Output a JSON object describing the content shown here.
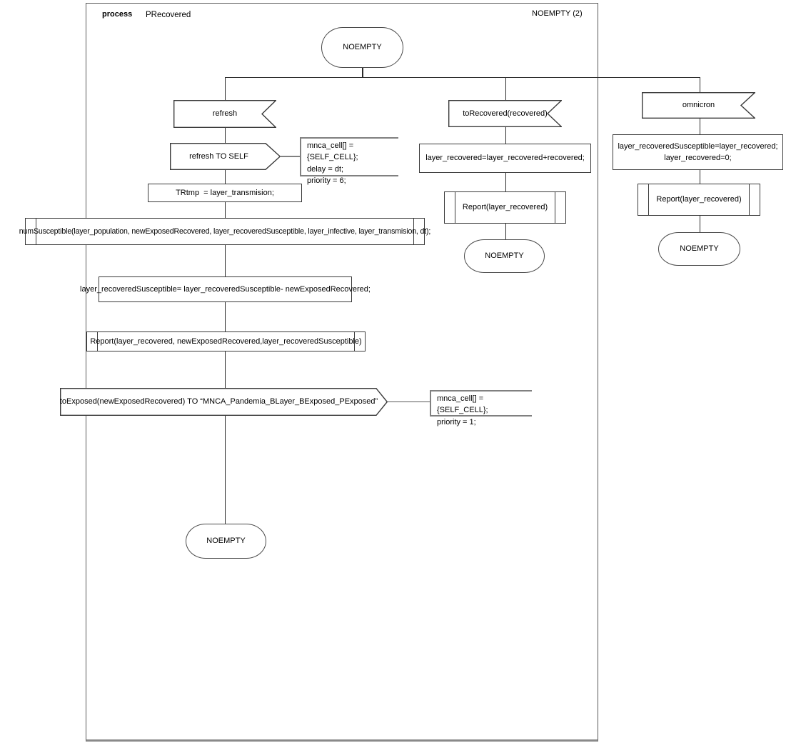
{
  "header": {
    "kind_label": "process",
    "process_name": "PRecovered",
    "page_state_ref": "NOEMPTY (2)"
  },
  "colors": {
    "background": "#ffffff",
    "shape_border": "#3a3a3a",
    "state_border": "#4a4a4a",
    "comment_border": "#808080",
    "connector": "#2b2b2b",
    "frame_border": "#595959",
    "text": "#000000"
  },
  "nodes": {
    "start_state_label": "NOEMPTY",
    "left": {
      "input_label": "refresh",
      "output_self_label": "refresh TO SELF",
      "comment_self_text": "mnca_cell[] = {SELF_CELL};\ndelay = dt;\npriority = 6;",
      "task_trtmp_label": "TRtmp  = layer_transmision;",
      "proc_numsusceptible_label": "numSusceptible(layer_population, newExposedRecovered, layer_recoveredSusceptible, layer_infective, layer_transmision, dt);",
      "task_update_label": "layer_recoveredSusceptible= layer_recoveredSusceptible- newExposedRecovered;",
      "proc_report_label": "Report(layer_recovered, newExposedRecovered,layer_recoveredSusceptible)",
      "output_toexposed_label": "toExposed(newExposedRecovered) TO “MNCA_Pandemia_BLayer_BExposed_PExposed”",
      "comment_toexposed_text": "mnca_cell[] = {SELF_CELL};\npriority = 1;",
      "end_state_label": "NOEMPTY"
    },
    "middle": {
      "input_label": "toRecovered(recovered)",
      "task_label": "layer_recovered=layer_recovered+recovered;",
      "proc_label": "Report(layer_recovered)",
      "end_state_label": "NOEMPTY"
    },
    "right": {
      "input_label": "omnicron",
      "task_label": "layer_recoveredSusceptible=layer_recovered;\nlayer_recovered=0;",
      "proc_label": "Report(layer_recovered)",
      "end_state_label": "NOEMPTY"
    }
  }
}
